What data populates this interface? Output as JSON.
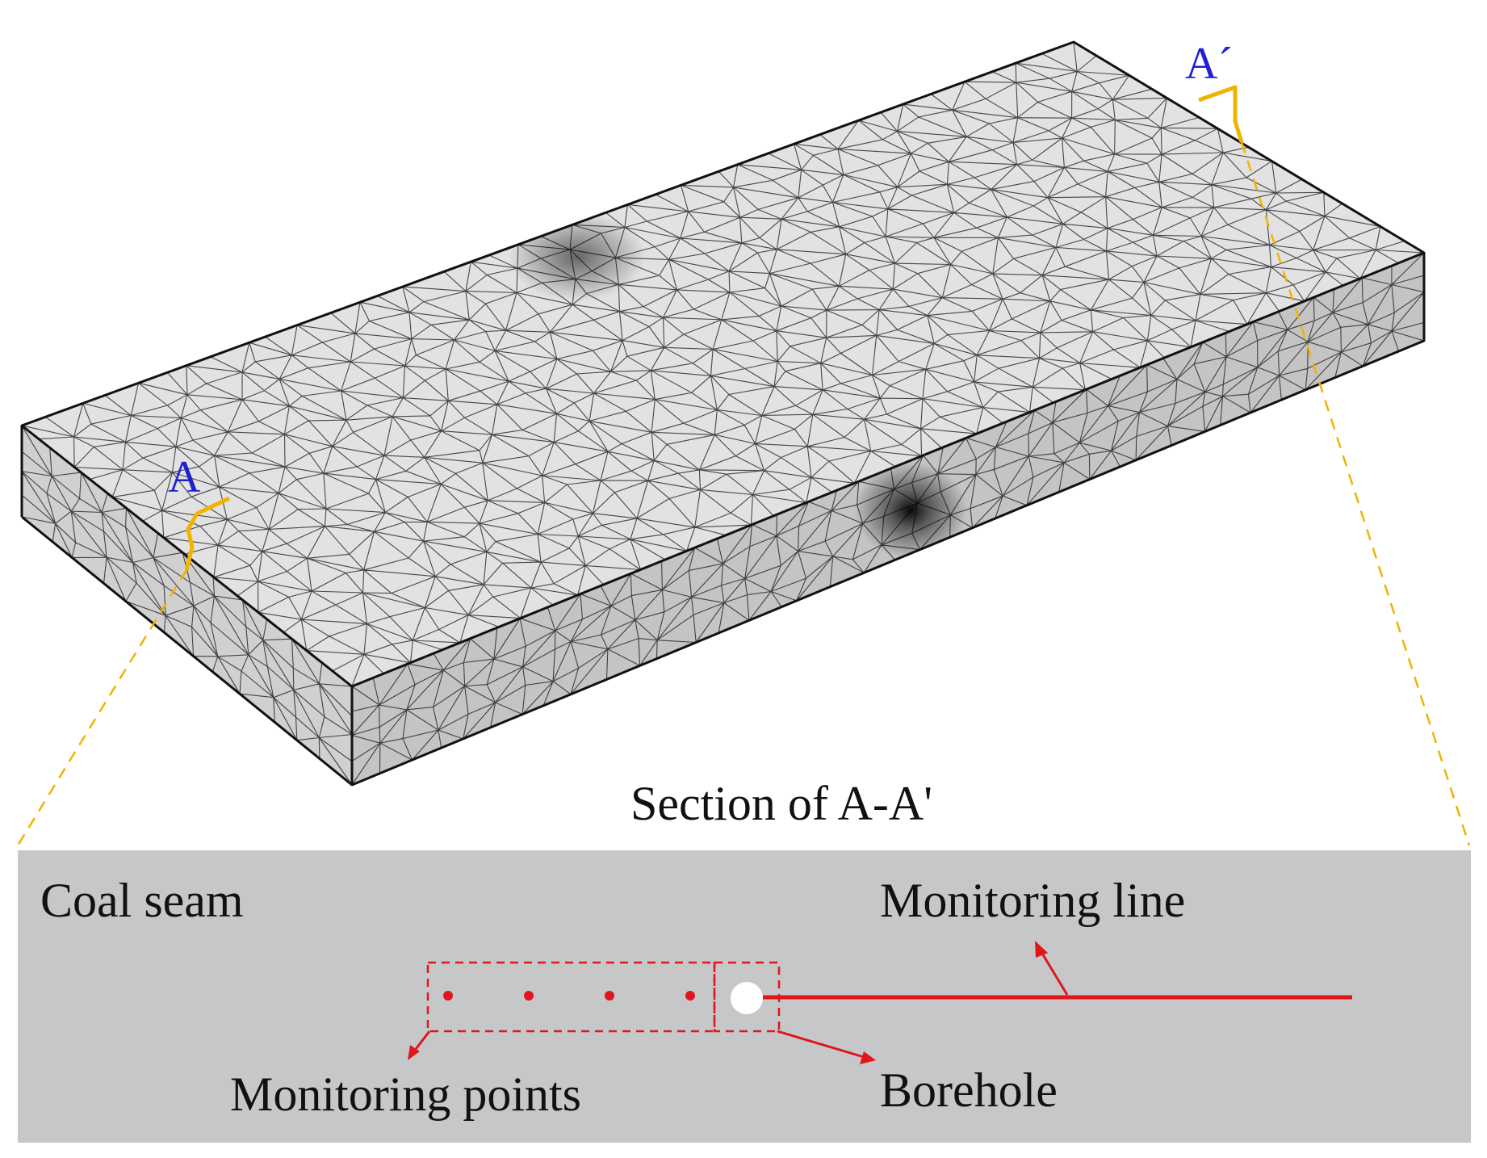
{
  "labels": {
    "section_start": "A",
    "section_end": "A´",
    "section_title": "Section of A-A'",
    "coal_seam": "Coal seam",
    "monitoring_line": "Monitoring line",
    "monitoring_points": "Monitoring points",
    "borehole": "Borehole"
  },
  "colors": {
    "section_panel": "#c6c7c9",
    "mesh_edge": "#1a1a1a",
    "mesh_fill_top": "#e2e2e2",
    "mesh_fill_front": "#d0d0d0",
    "mesh_fill_side": "#c4c4c4",
    "cut_marker": "#f0b400",
    "label_blue": "#1f1fd6",
    "annotation_red": "#e0161b",
    "borehole": "#ffffff"
  },
  "monitoring_points_count": 4
}
